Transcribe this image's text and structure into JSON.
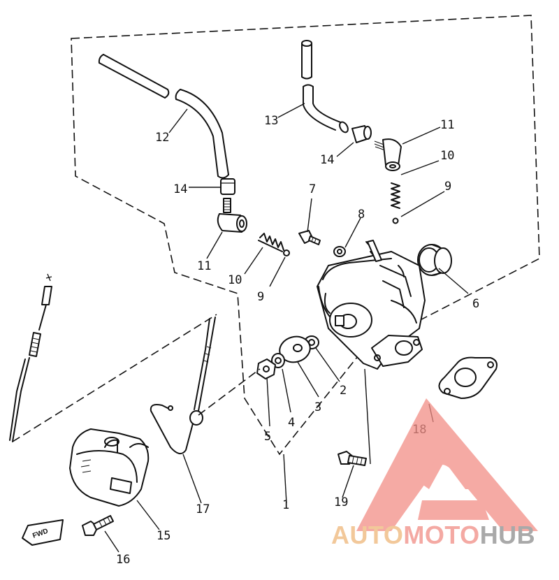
{
  "callouts": {
    "c1": "1",
    "c2": "2",
    "c3": "3",
    "c4": "4",
    "c5": "5",
    "c6": "6",
    "c7": "7",
    "c8": "8",
    "c9_left": "9",
    "c9_right": "9",
    "c10_left": "10",
    "c10_right": "10",
    "c11_left": "11",
    "c11_right": "11",
    "c12": "12",
    "c13": "13",
    "c14_left": "14",
    "c14_right": "14",
    "c15": "15",
    "c16": "16",
    "c17": "17",
    "c18": "18",
    "c19": "19"
  },
  "fwd_marker": "FWD",
  "watermark": {
    "part1": "AUTO",
    "part2": "MOTO",
    "part3": "HUB",
    "colors": {
      "auto": "#f2c89a",
      "moto": "#f4a9a3",
      "hub": "#a9a9a9",
      "logo": "#f28e86"
    }
  }
}
